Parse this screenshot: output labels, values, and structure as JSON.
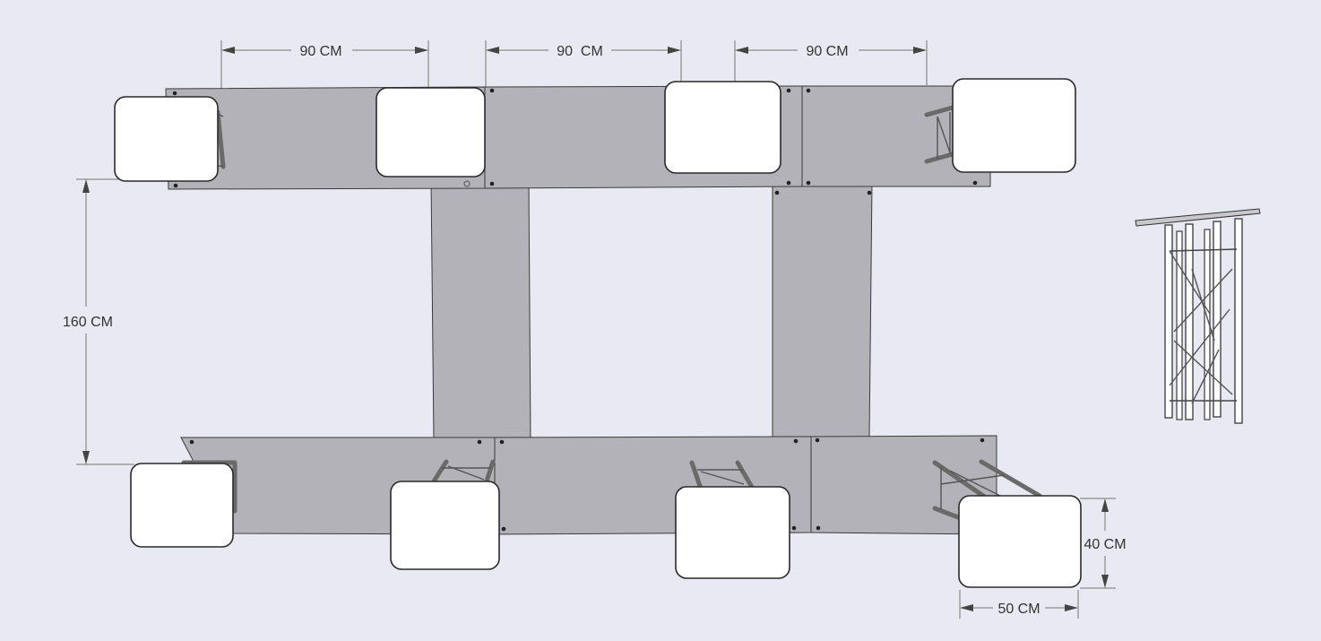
{
  "diagram": {
    "dimensions": {
      "top_spacing_1": "90 CM",
      "top_spacing_2": "90  CM",
      "top_spacing_3": "90 CM",
      "row_distance": "160 CM",
      "seat_depth": "40 CM",
      "seat_width": "50 CM"
    },
    "colors": {
      "background": "#e8e9f2",
      "table_surface": "#b2b2b8",
      "seat": "#ffffff",
      "truss": "#6a6a6a"
    }
  }
}
